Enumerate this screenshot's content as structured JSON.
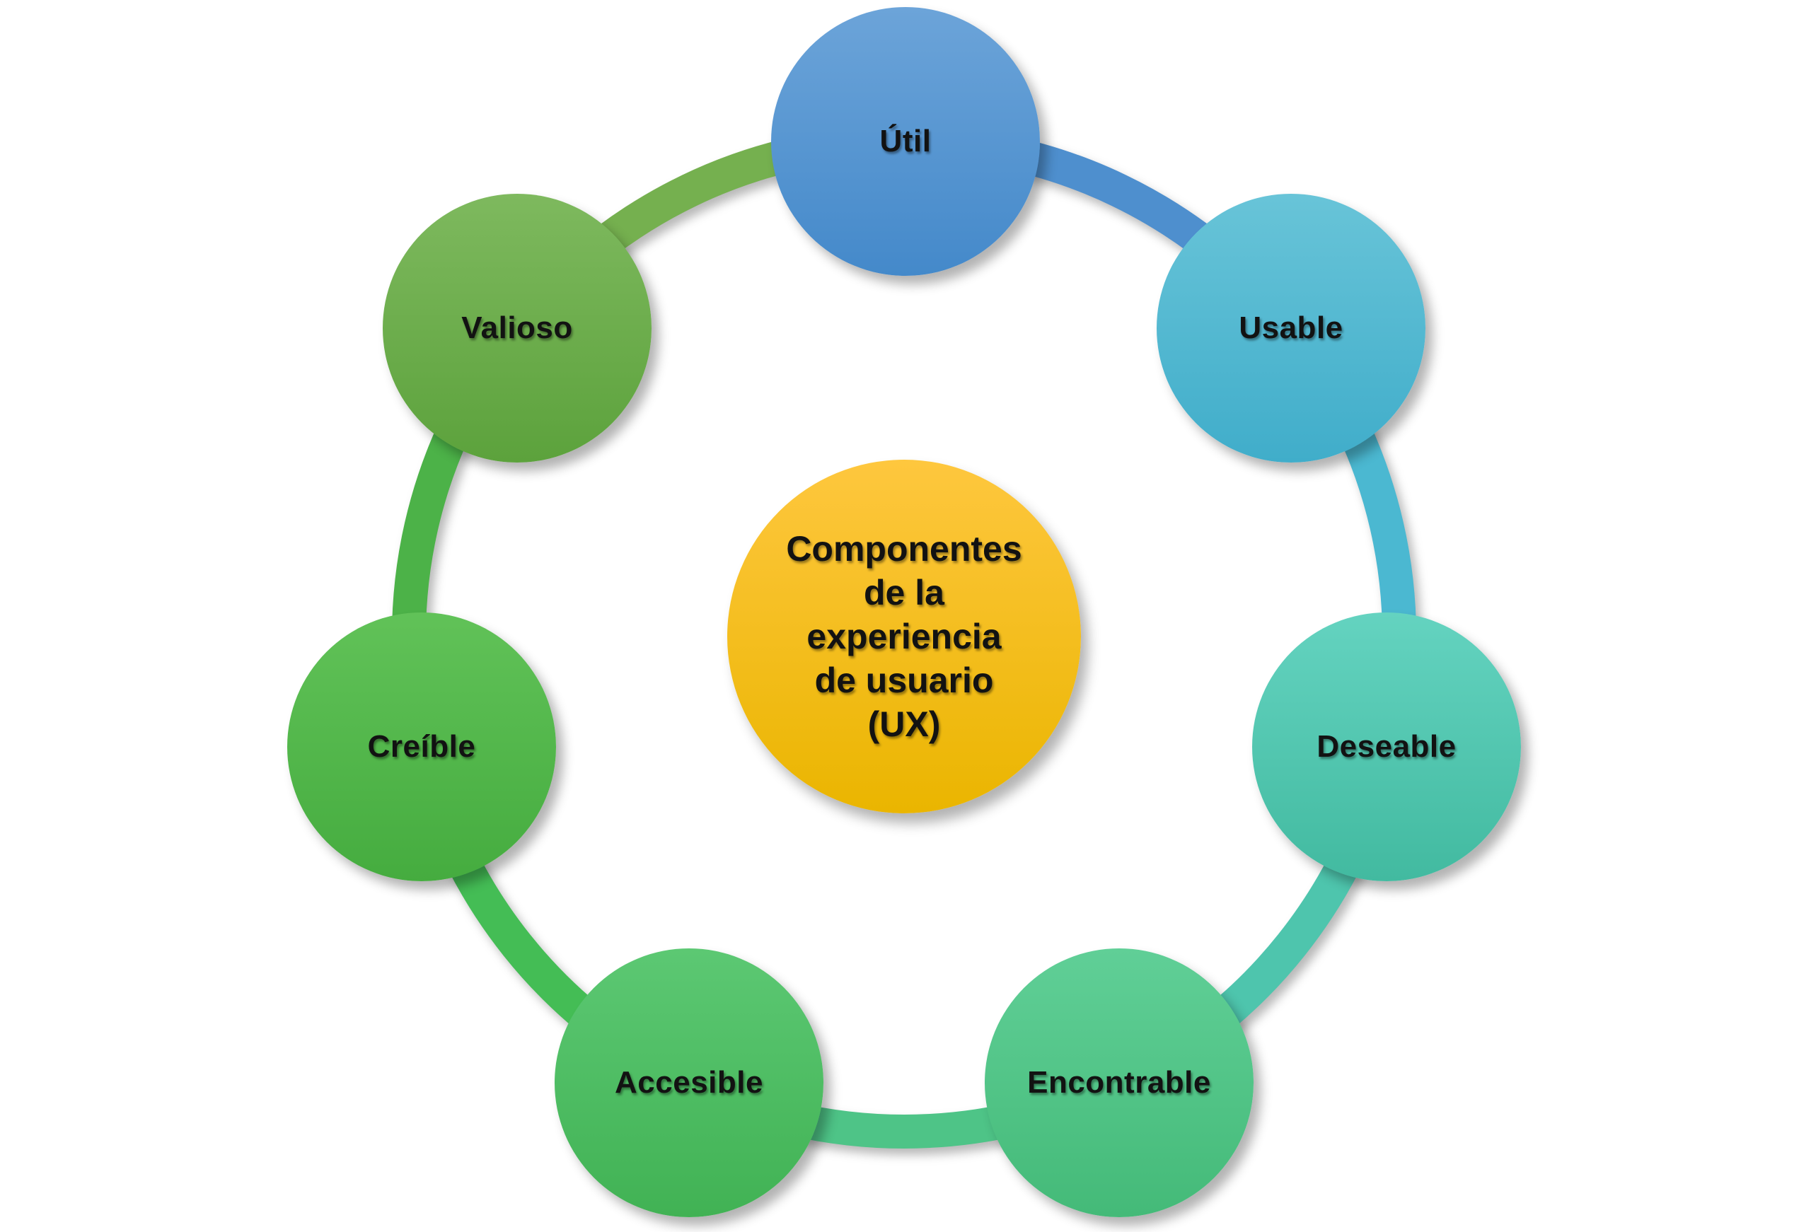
{
  "diagram": {
    "background": "#FFFFFF",
    "center": {
      "text": "Componentes de la experiencia de usuario (UX)",
      "lines": [
        "Componentes",
        "de la",
        "experiencia",
        "de usuario",
        "(UX)"
      ],
      "color_top": "#FEC73E",
      "color_bottom": "#EAB500",
      "text_color": "#121212"
    },
    "nodes": [
      {
        "id": "util",
        "label": "Útil",
        "color_top": "#6CA4D9",
        "color_bottom": "#4489CA"
      },
      {
        "id": "usable",
        "label": "Usable",
        "color_top": "#68C4D8",
        "color_bottom": "#40ADCA"
      },
      {
        "id": "deseable",
        "label": "Deseable",
        "color_top": "#64D3C0",
        "color_bottom": "#42BAA0"
      },
      {
        "id": "encontrable",
        "label": "Encontrable",
        "color_top": "#60CF97",
        "color_bottom": "#44BA78"
      },
      {
        "id": "accesible",
        "label": "Accesible",
        "color_top": "#5CC873",
        "color_bottom": "#41B254"
      },
      {
        "id": "creible",
        "label": "Creíble",
        "color_top": "#61C258",
        "color_bottom": "#45AC3F"
      },
      {
        "id": "valioso",
        "label": "Valioso",
        "color_top": "#7EB95E",
        "color_bottom": "#5CA23C"
      }
    ],
    "ring_segments": [
      {
        "from": "Útil",
        "to": "Usable",
        "color": "#4E8FCE"
      },
      {
        "from": "Usable",
        "to": "Deseable",
        "color": "#4BB8D1"
      },
      {
        "from": "Deseable",
        "to": "Encontrable",
        "color": "#4EC5AD"
      },
      {
        "from": "Encontrable",
        "to": "Accesible",
        "color": "#4EC487"
      },
      {
        "from": "Accesible",
        "to": "Creíble",
        "color": "#44BD55"
      },
      {
        "from": "Creíble",
        "to": "Valioso",
        "color": "#4CB248"
      },
      {
        "from": "Valioso",
        "to": "Útil",
        "color": "#75B04F"
      }
    ]
  }
}
